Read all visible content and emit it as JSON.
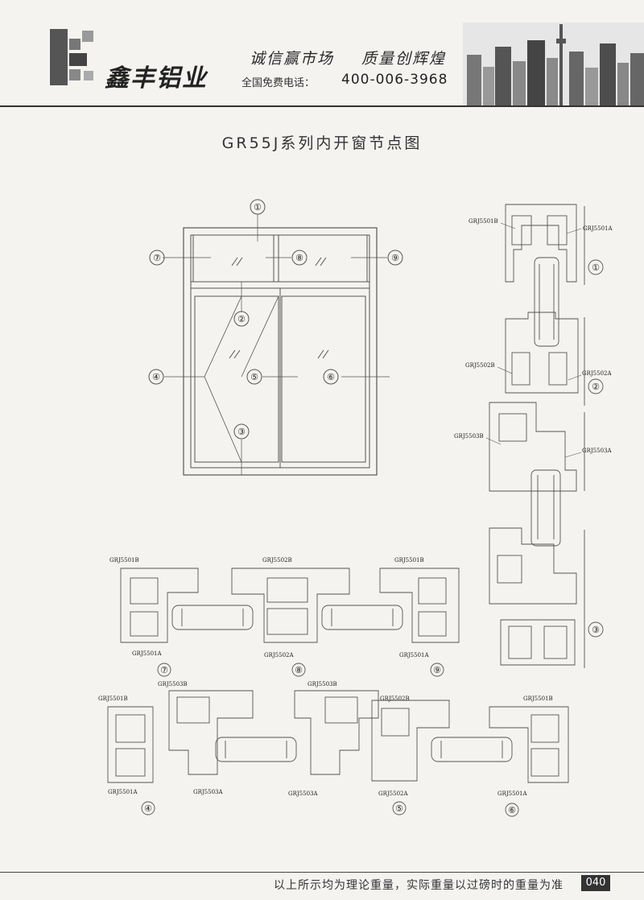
{
  "header": {
    "brand_name": "鑫丰铝业",
    "slogan_left": "诚信赢市场",
    "slogan_right": "质量创辉煌",
    "hotline_label": "全国免费电话：",
    "hotline_number": "400-006-3968"
  },
  "page_title": "GR55J系列内开窗节点图",
  "window_elevation": {
    "node_markers": [
      "①",
      "②",
      "③",
      "④",
      "⑤",
      "⑥",
      "⑦",
      "⑧",
      "⑨"
    ]
  },
  "section_details": {
    "vertical": {
      "node_1": {
        "marker": "①",
        "labels": [
          "GRJ5501B",
          "GRJ5501A"
        ]
      },
      "node_2": {
        "marker": "②",
        "labels": [
          "GRJ5502B",
          "GRJ5502A"
        ]
      },
      "node_3": {
        "marker": "③",
        "labels": [
          "GRJ5503B",
          "GRJ5503A"
        ]
      }
    },
    "row_upper": {
      "node_7": {
        "marker": "⑦",
        "labels": [
          "GRJ5501B",
          "GRJ5501A"
        ]
      },
      "node_8": {
        "marker": "⑧",
        "labels": [
          "GRJ5502B",
          "GRJ5502A"
        ]
      },
      "node_9": {
        "marker": "⑨",
        "labels": [
          "GRJ5501B",
          "GRJ5501A"
        ]
      }
    },
    "row_lower": {
      "node_4": {
        "marker": "④",
        "labels": [
          "GRJ5503B",
          "GRJ5501B",
          "GRJ5501A",
          "GRJ5503A"
        ]
      },
      "node_5": {
        "marker": "⑤",
        "labels": [
          "GRJ5503B",
          "GRJ5502B",
          "GRJ5503A",
          "GRJ5502A"
        ]
      },
      "node_6": {
        "marker": "⑥",
        "labels": [
          "GRJ5501B",
          "GRJ5501A"
        ]
      }
    }
  },
  "footer": {
    "note": "以上所示均为理论重量，实际重量以过磅时的重量为准",
    "page_number": "040"
  }
}
